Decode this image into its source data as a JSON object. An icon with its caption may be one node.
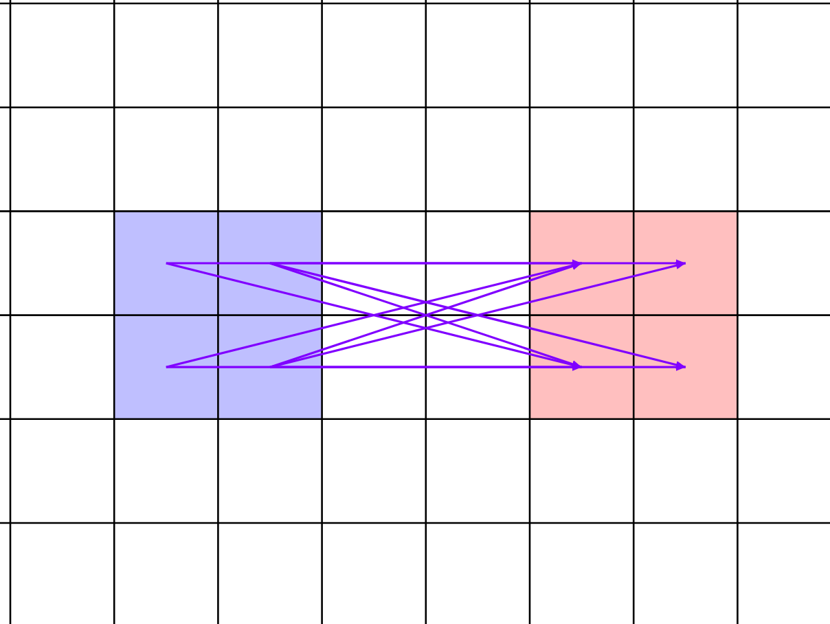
{
  "diagram": {
    "nodes": [
      {
        "text": [],
        "shape": "box"
      },
      {
        "text": [],
        "shape": "box"
      }
    ],
    "edges": [
      {
        "from": 0,
        "to": 1,
        "arrow": "to"
      },
      {
        "from": 0,
        "to": 1,
        "arrow": "to"
      },
      {
        "from": 0,
        "to": 1,
        "arrow": "to"
      },
      {
        "from": 0,
        "to": 1,
        "arrow": "to"
      },
      {
        "from": 0,
        "to": 1,
        "arrow": "to"
      },
      {
        "from": 0,
        "to": 1,
        "arrow": "to"
      },
      {
        "from": 0,
        "to": 1,
        "arrow": "to"
      },
      {
        "from": 0,
        "to": 1,
        "arrow": "to"
      },
      {
        "from": 0,
        "to": 1,
        "arrow": "to"
      },
      {
        "from": 0,
        "to": 1,
        "arrow": "to"
      }
    ]
  }
}
